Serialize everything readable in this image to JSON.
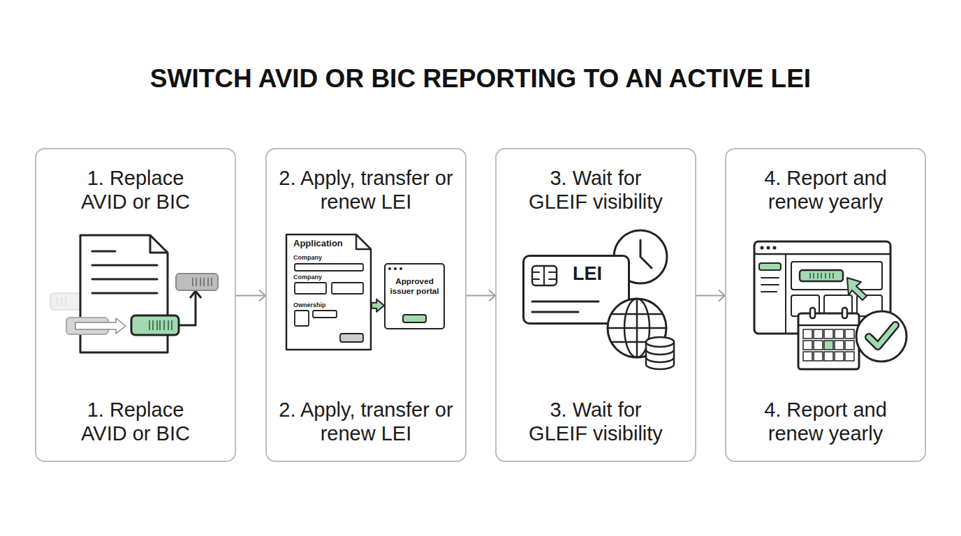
{
  "diagram": {
    "title": "SWITCH AVID OR BIC REPORTING TO AN ACTIVE LEI",
    "nodes": [
      {
        "text": [
          "1. Replace AVID or BIC",
          "1. Replace AVID or BIC"
        ]
      },
      {
        "text": [
          "2. Apply, transfer or renew LEI",
          "2. Apply, transfer or renew LEI"
        ]
      },
      {
        "text": [
          "Application",
          "Company",
          "Company",
          "Ownership"
        ],
        "in": 1
      },
      {
        "text": [
          "Approved issuer portal"
        ],
        "in": 1
      },
      {
        "text": [
          "3. Wait for GLEIF visibility",
          "3. Wait for GLEIF visibility"
        ]
      },
      {
        "text": [
          "LEI"
        ],
        "in": 4
      },
      {
        "text": [
          "4. Report and renew yearly",
          "4. Report and renew yearly"
        ]
      }
    ],
    "edges": [
      {
        "from": 0,
        "to": 1,
        "arrow": "to"
      },
      {
        "from": 1,
        "to": 4,
        "arrow": "to"
      },
      {
        "from": 4,
        "to": 6,
        "arrow": "to"
      },
      {
        "from": 2,
        "to": 3,
        "arrow": "to"
      }
    ]
  }
}
